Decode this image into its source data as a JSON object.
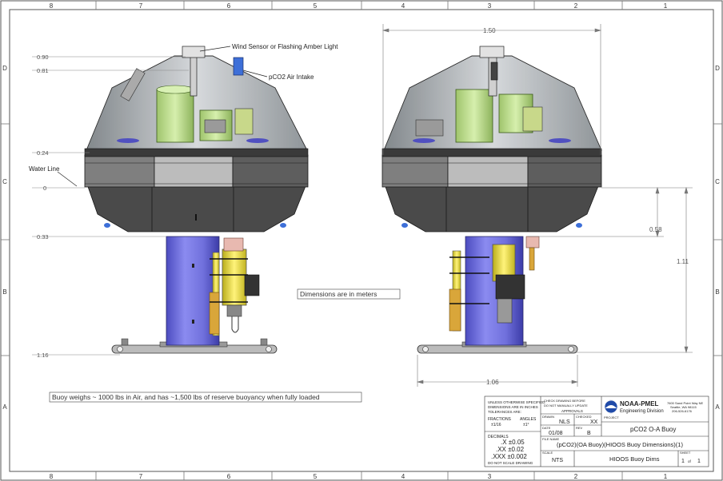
{
  "border": {
    "columns_top": [
      "8",
      "7",
      "6",
      "5",
      "4",
      "3",
      "2",
      "1"
    ],
    "columns_bottom": [
      "8",
      "7",
      "6",
      "5",
      "4",
      "3",
      "2",
      "1"
    ],
    "rows": [
      "D",
      "C",
      "B",
      "A"
    ]
  },
  "callouts": {
    "wind_sensor": "Wind Sensor or Flashing Amber Light",
    "pco2_intake": "pCO2 Air Intake",
    "water_line": "Water Line"
  },
  "left_dims": {
    "d090": "0.90",
    "d081": "0.81",
    "d024": "0.24",
    "d0": "0",
    "d033": "0.33",
    "d116": "1.16"
  },
  "right_dims": {
    "width_top": "1.50",
    "height_058": "0.58",
    "height_111": "1.11",
    "width_bottom": "1.06"
  },
  "notes": {
    "units": "Dimensions are in meters",
    "buoyancy": "Buoy weighs ~ 1000 lbs in Air, and has ~1,500 lbs of reserve buoyancy when fully loaded"
  },
  "title_block": {
    "unless_line1": "UNLESS OTHERWISE SPECIFIED:",
    "unless_line2": "DIMENSIONS ARE IN INCHES",
    "unless_line3": "TOLERANCES ARE:",
    "fractions_label": "FRACTIONS",
    "fractions_val": "±1/16",
    "angles_label": "ANGLES",
    "angles_val": "±1°",
    "decimals_label": "DECIMALS",
    "dec1": ".X ±0.05",
    "dec2": ".XX ±0.02",
    "dec3": ".XXX ±0.002",
    "do_not_scale": "DO NOT SCALE DRAWING",
    "changes_note1": "CHECK DRAWING BEFORE",
    "changes_note2": "DO NOT MANUALLY UPDATE",
    "approvals": "APPROVALS",
    "drawn_label": "DRAWN",
    "drawn_val": "NLS",
    "checked_label": "CHECKED",
    "checked_val": "XX",
    "date_label": "DATE",
    "date_val": "01/08",
    "rev_label": "REV",
    "rev_val": "B",
    "scale_label": "SCALE",
    "scale_val": "NTS",
    "project_label": "PROJECT",
    "org_name": "NOAA-PMEL",
    "org_division": "Engineering Division",
    "address1": "7600 Sand Point Way NE",
    "address2": "Seattle, WA 98115",
    "address3": "206-526-6176",
    "project_title": "pCO2 O-A Buoy",
    "file_name": "(pCO2)(OA Buoy)(HIOOS Buoy Dimensions)(1)",
    "file_label": "FILE NAME",
    "drawing_title": "HIOOS Buoy Dims",
    "sheet_label": "SHEET",
    "sheet_val": "1",
    "sheet_of": "of",
    "sheet_total": "1"
  },
  "colors": {
    "tower_blue": "#7777e0",
    "dome_grey": "#c4c8cc",
    "hull_dark": "#4d4d4d",
    "hull_mid": "#8a8a8a",
    "hull_light": "#bdbdbd",
    "electronics_green": "#c6e59a",
    "yellow_sensor": "#efe23c",
    "gold_bracket": "#d9a63a",
    "accent_blue": "#3d6fd8"
  }
}
